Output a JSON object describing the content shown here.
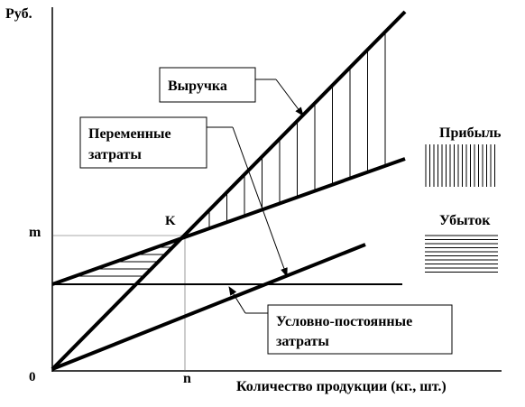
{
  "labels": {
    "y_axis": "Руб.",
    "x_axis": "Количество продукции (кг., шт.)",
    "origin": "0",
    "m": "m",
    "n": "n",
    "k": "K",
    "revenue": "Выручка",
    "variable_costs_line1": "Переменные",
    "variable_costs_line2": "затраты",
    "fixed_costs_line1": "Условно-постоянные",
    "fixed_costs_line2": "затраты",
    "profit": "Прибыль",
    "loss": "Убыток"
  },
  "colors": {
    "stroke": "#000000",
    "background": "#ffffff"
  }
}
